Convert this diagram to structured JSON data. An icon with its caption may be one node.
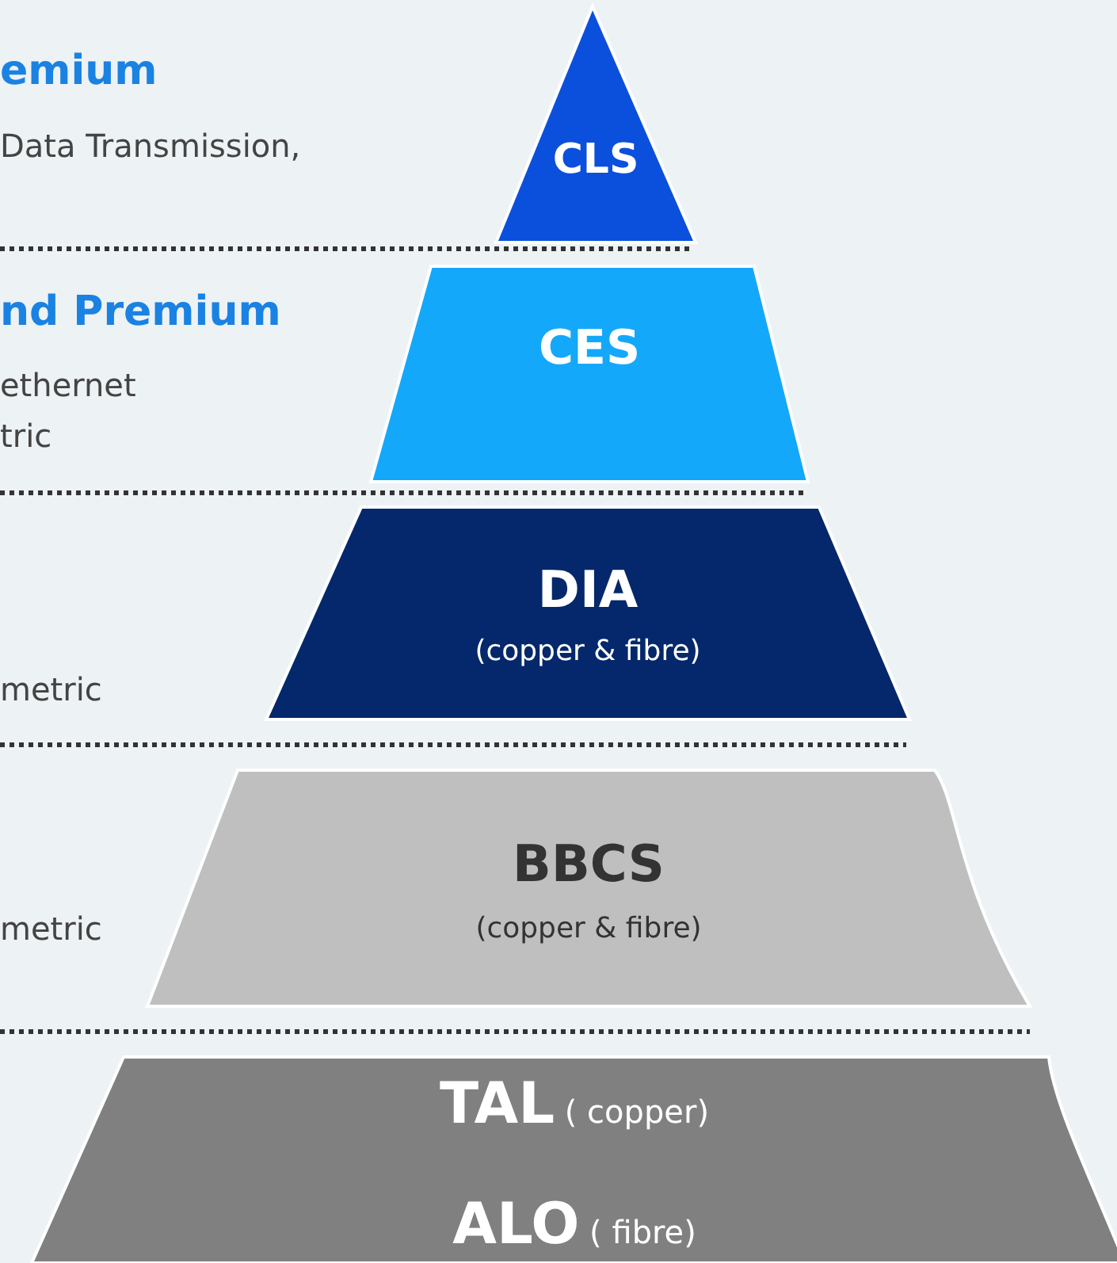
{
  "diagram": {
    "nodes": [
      {
        "text": [
          "CLS"
        ]
      },
      {
        "text": [
          "CES"
        ]
      },
      {
        "text": [
          "DIA",
          "(copper & fibre)"
        ]
      },
      {
        "text": [
          "BBCS",
          "(copper & fibre)"
        ]
      },
      {
        "text": [
          "**TAL** ( copper)",
          "**ALO** ( fibre)"
        ]
      }
    ],
    "labels": [
      "emium",
      "Data Transmission,",
      "nd Premium",
      "ethernet",
      "tric",
      "metric",
      "metric"
    ]
  }
}
